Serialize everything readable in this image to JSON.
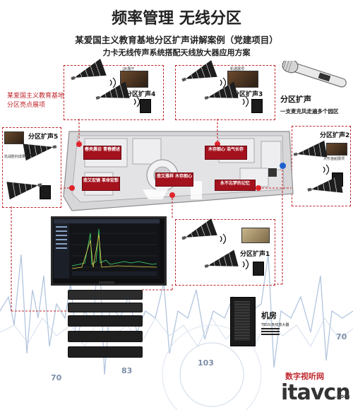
{
  "header": {
    "title": "频率管理 无线分区",
    "subtitle1": "某爱国主义教育基地分区扩声讲解案例（党建项目）",
    "subtitle2": "力卡无线传声系统搭配天线放大器应用方案"
  },
  "left_note": {
    "line1": "某爱国主义教育基地",
    "line2": "分区亮点展项"
  },
  "right_note": {
    "title": "分区扩声",
    "desc": "一支麦克风走遍多个园区"
  },
  "zones": [
    {
      "id": "zone1",
      "label": "分区扩声1",
      "thumb": ""
    },
    {
      "id": "zone2",
      "label": "分区扩声2",
      "thumb": "大形渔船展项"
    },
    {
      "id": "zone3",
      "label": "分区扩声3",
      "thumb": "机遇展项"
    },
    {
      "id": "zone4",
      "label": "分区扩声4",
      "thumb": "JJK展厅"
    },
    {
      "id": "zone5",
      "label": "分区扩声5",
      "thumb": "抗战胜利成果"
    }
  ],
  "plaques": [
    {
      "id": "p1",
      "text": "春夹晨访 青春撼述"
    },
    {
      "id": "p2",
      "text": "悲又宏镜 革命宏彰"
    },
    {
      "id": "p3",
      "text": "悲又雅样 木存朗心"
    },
    {
      "id": "p4",
      "text": "木存朗心 浩气长存"
    },
    {
      "id": "p5",
      "text": "永不忘梦的记忆"
    }
  ],
  "machine_room": {
    "label": "机房",
    "caption": "TBS5/天线放大器"
  },
  "watermark": {
    "cn": "数字视听网",
    "en": "itavcn",
    "domain": ".com"
  },
  "bg_numbers": [
    "70",
    "83",
    "103",
    "70"
  ]
}
